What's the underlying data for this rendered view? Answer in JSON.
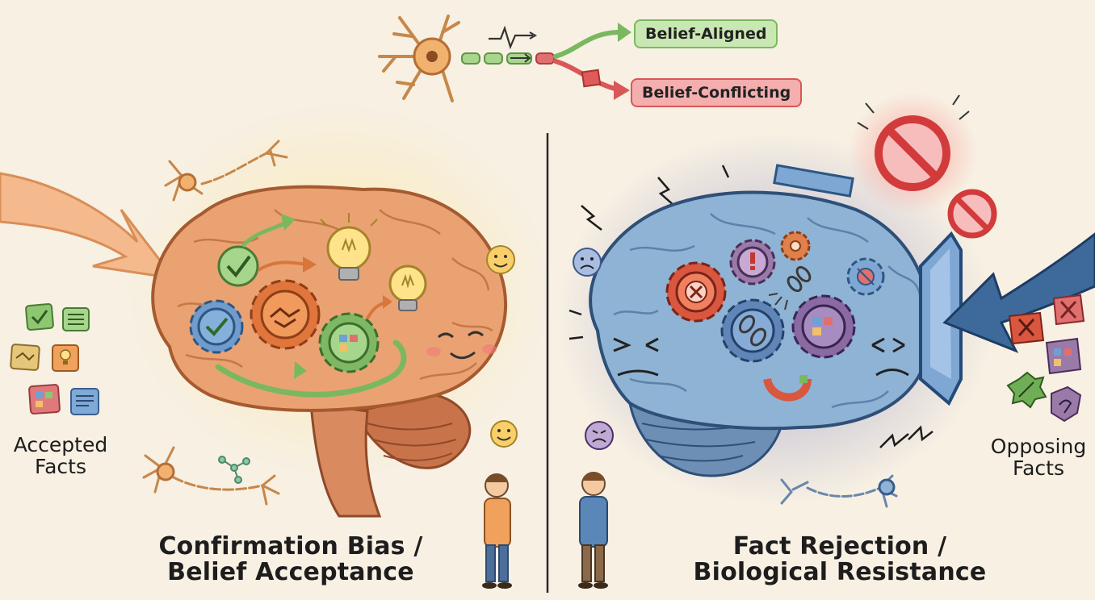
{
  "top_signal": {
    "aligned_label": "Belief-Aligned",
    "conflicting_label": "Belief-Conflicting"
  },
  "left_panel": {
    "title_line1": "Confirmation Bias /",
    "title_line2": "Belief Acceptance",
    "side_label_line1": "Accepted",
    "side_label_line2": "Facts"
  },
  "right_panel": {
    "title_line1": "Fact Rejection /",
    "title_line2": "Biological Resistance",
    "side_label_line1": "Opposing",
    "side_label_line2": "Facts"
  },
  "colors": {
    "background": "#f7f0e3",
    "accept_brain": "#eba272",
    "reject_brain": "#8fb3d4",
    "aligned_green": "#7ab860",
    "conflict_red": "#d95757",
    "shield_blue": "#3d6a9a"
  }
}
